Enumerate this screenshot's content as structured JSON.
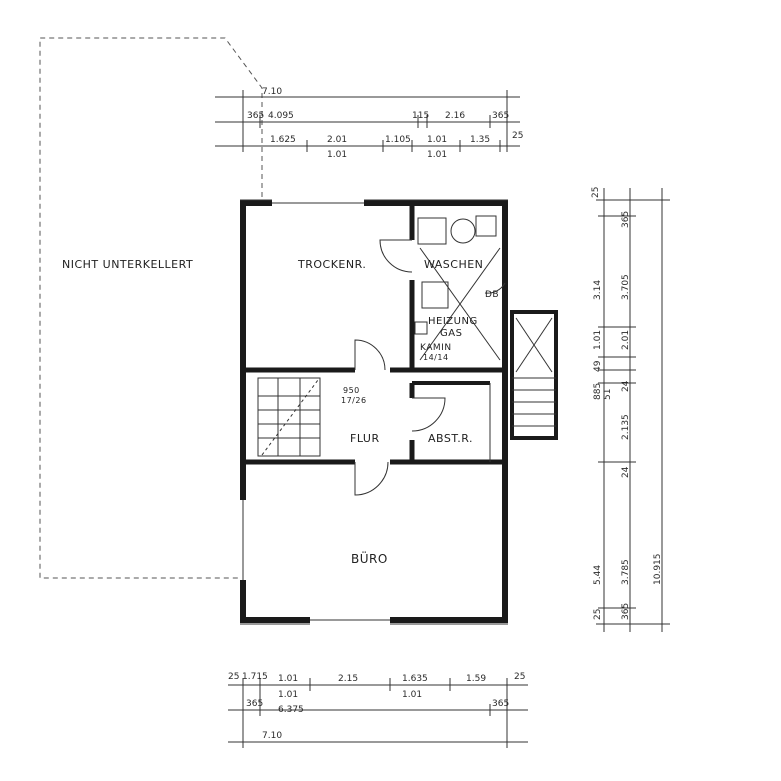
{
  "rooms": {
    "nicht_unterkellert": "NICHT UNTERKELLERT",
    "trockenr": "TROCKENR.",
    "waschen": "WASCHEN",
    "heizung": "HEIZUNG",
    "gas": "GAS",
    "kamin": "KAMIN",
    "kamin_size": "14/14",
    "flur": "FLUR",
    "abstr": "ABST.R.",
    "buero": "BÜRO",
    "stair_note_1": "950",
    "stair_note_2": "17/26",
    "vent": "DB"
  },
  "dims_top": {
    "total": "7.10",
    "row2_a": "365",
    "row2_b": "4.095",
    "row2_c": "115",
    "row2_d": "2.16",
    "row2_e": "365",
    "row3_a": "1.625",
    "row3_b": "2.01",
    "row3_b_sub": "1.01",
    "row3_c": "1.105",
    "row3_d": "1.01",
    "row3_d_sub": "1.01",
    "row3_e": "1.35",
    "row3_f": "25"
  },
  "dims_bottom": {
    "a": "25",
    "b": "1.715",
    "c": "1.01",
    "d": "2.15",
    "e": "1.635",
    "e_sub": "1.01",
    "f": "1.59",
    "g": "25",
    "c_sub": "1.01",
    "row2_a": "365",
    "row2_b": "6.375",
    "row2_c": "365",
    "total": "7.10"
  },
  "dims_right": {
    "a": "25",
    "b": "365",
    "c": "3.14",
    "c2": "3.705",
    "d": "1.01",
    "d2": "2.01",
    "e": "49",
    "f": "885",
    "g": "51",
    "h": "24",
    "i": "2.135",
    "j": "24",
    "k": "5.44",
    "k2": "3.785",
    "l": "10.915",
    "m": "25",
    "n": "365"
  }
}
